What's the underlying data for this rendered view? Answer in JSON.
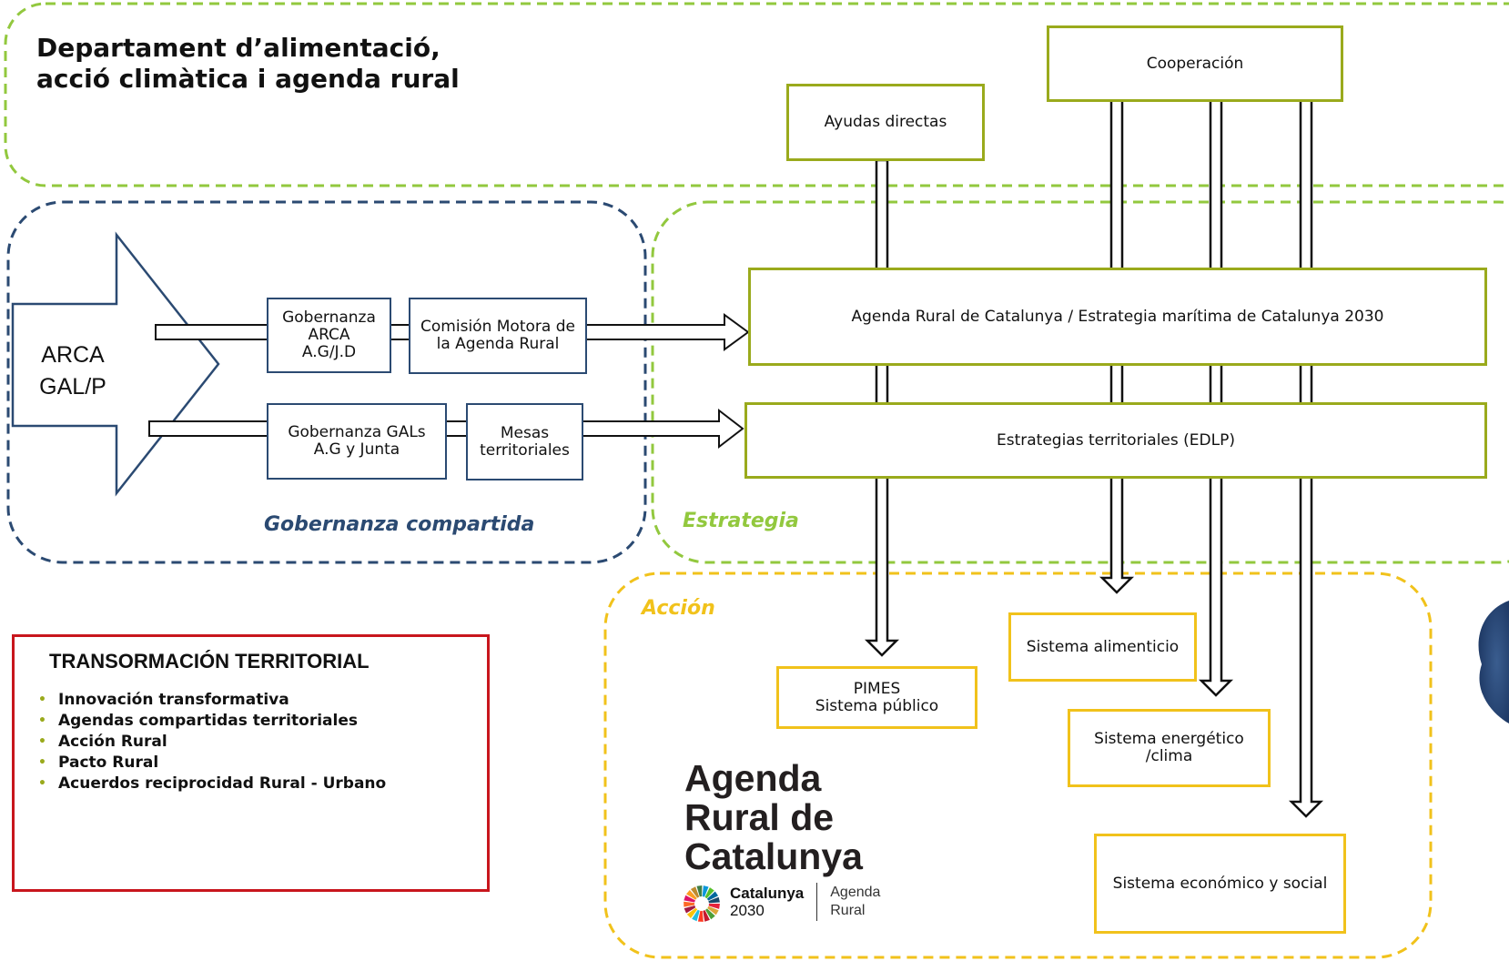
{
  "title": {
    "line1": "Departament d’alimentació,",
    "line2": "acció climàtica i agenda rural"
  },
  "sections": {
    "gobernanza": "Gobernanza compartida",
    "estrategia": "Estrategia",
    "accion": "Acción"
  },
  "arca": {
    "line1": "ARCA",
    "line2": "GAL/P"
  },
  "boxes": {
    "gob_arca": [
      "Gobernanza",
      "ARCA",
      "A.G/J.D"
    ],
    "comision": [
      "Comisión Motora de",
      "la Agenda Rural"
    ],
    "gob_gals": [
      "Gobernanza GALs",
      "A.G y Junta"
    ],
    "mesas": [
      "Mesas",
      "territoriales"
    ],
    "ayudas": "Ayudas directas",
    "cooperacion": "Cooperación",
    "agenda_rural": "Agenda Rural de Catalunya / Estrategia marítima de Catalunya 2030",
    "estrategias_territoriales": "Estrategias territoriales (EDLP)",
    "pimes": [
      "PIMES",
      "Sistema público"
    ],
    "alimenticio": "Sistema alimenticio",
    "energetico": [
      "Sistema energético",
      "/clima"
    ],
    "economico": "Sistema económico y social"
  },
  "transformacion": {
    "heading": "TRANSORMACIÓN TERRITORIAL",
    "items": [
      "Innovación transformativa",
      "Agendas compartidas territoriales",
      "Acción Rural",
      "Pacto Rural",
      "Acuerdos reciprocidad Rural - Urbano"
    ]
  },
  "logo": {
    "line1": "Agenda",
    "line2": "Rural de",
    "line3": "Catalunya",
    "brand1": "Catalunya",
    "brand2": "2030",
    "sub1": "Agenda",
    "sub2": "Rural"
  },
  "colors": {
    "green_dash": "#92c83e",
    "navy_dash": "#2b4a72",
    "gold_dash": "#f1c21b",
    "olive_border": "#9aaa1c",
    "navy_border": "#2b4a72",
    "gold_border": "#f1c21b",
    "red_border": "#c8161d",
    "section_gobernanza": "#2b4a72",
    "section_estrategia": "#92c83e",
    "section_accion": "#f1c21b"
  }
}
